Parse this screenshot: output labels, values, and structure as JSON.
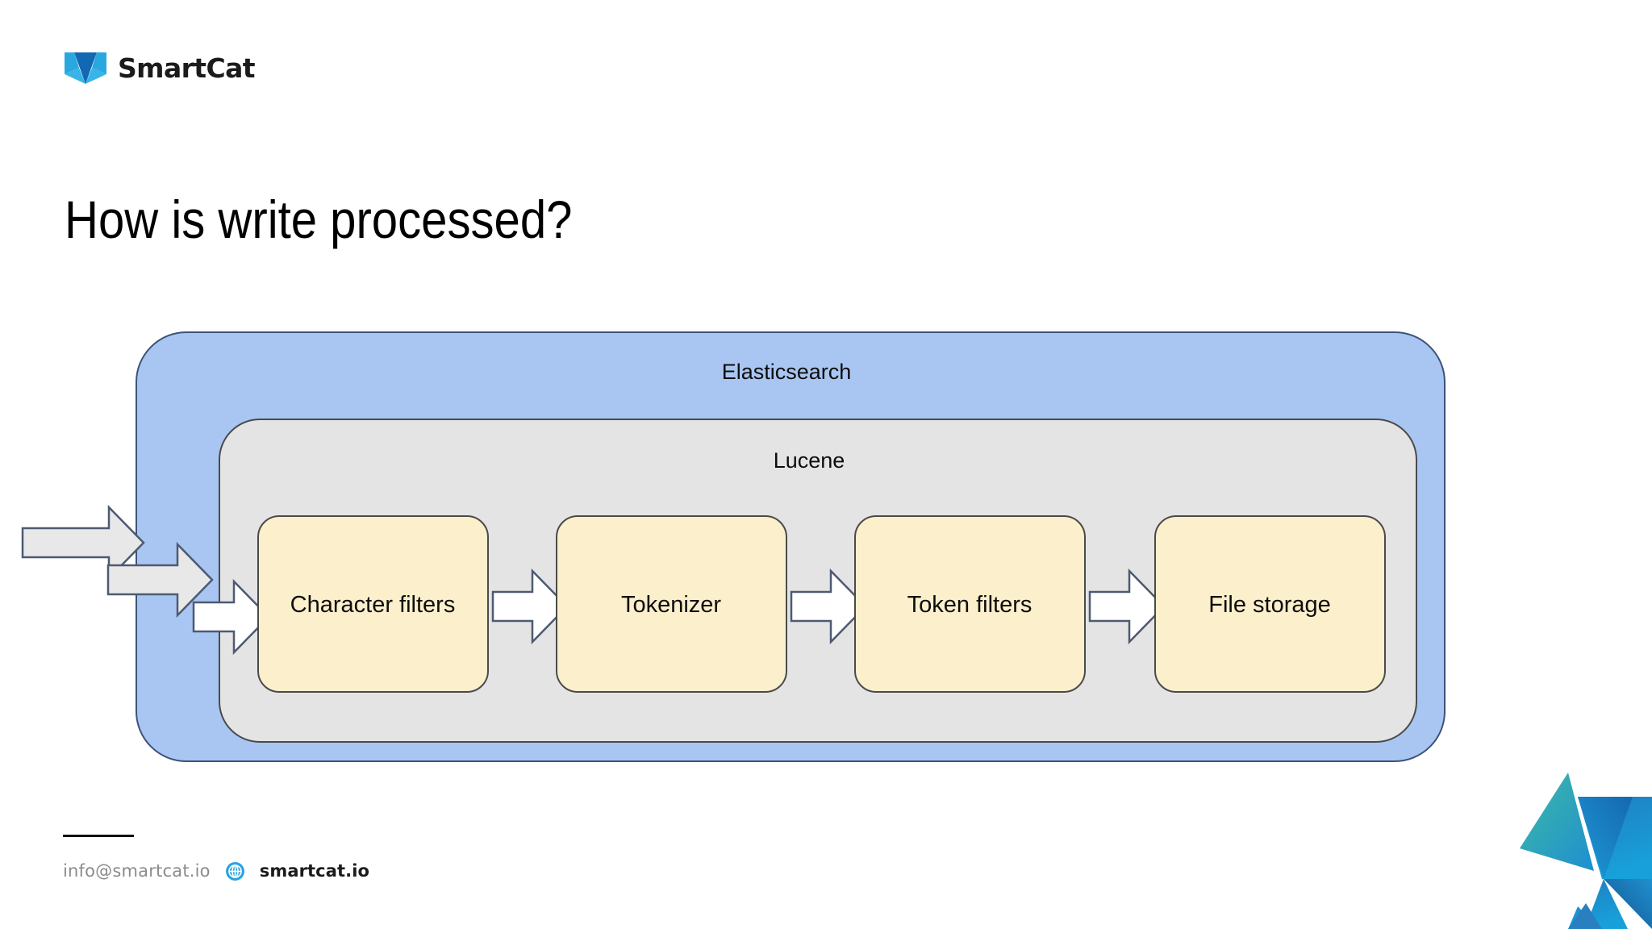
{
  "brand": {
    "logo_icon": "smartcat-cat-head-icon",
    "wordmark": "SmartCat",
    "logo_color_light": "#2aa9e0",
    "logo_color_dark": "#1268b3"
  },
  "slide": {
    "title": "How is write processed?"
  },
  "diagram": {
    "type": "pipeline-flow",
    "outer_container": {
      "label": "Elasticsearch",
      "fill": "#a9c6f2",
      "stroke": "#3c5378"
    },
    "inner_container": {
      "label": "Lucene",
      "fill": "#e4e4e4",
      "stroke": "#4a4a4a"
    },
    "stage_style": {
      "fill": "#fcefcb",
      "stroke": "#4a4a4a"
    },
    "stages": [
      {
        "label": "Character filters"
      },
      {
        "label": "Tokenizer"
      },
      {
        "label": "Token filters"
      },
      {
        "label": "File storage"
      }
    ],
    "entry_arrows": [
      {
        "name": "entry-arrow-outer",
        "fill": "#e8e8e8",
        "stroke": "#4d5a72"
      },
      {
        "name": "entry-arrow-middle",
        "fill": "#e8e8e8",
        "stroke": "#4d5a72"
      },
      {
        "name": "entry-arrow-inner",
        "fill": "#ffffff",
        "stroke": "#4d5a72"
      }
    ],
    "stage_arrows": [
      {
        "name": "arrow-character-filters-to-tokenizer",
        "fill": "#ffffff",
        "stroke": "#4d5a72"
      },
      {
        "name": "arrow-tokenizer-to-token-filters",
        "fill": "#ffffff",
        "stroke": "#4d5a72"
      },
      {
        "name": "arrow-token-filters-to-file-storage",
        "fill": "#ffffff",
        "stroke": "#4d5a72"
      }
    ]
  },
  "footer": {
    "email": "info@smartcat.io",
    "globe_icon": "globe-icon",
    "website": "smartcat.io",
    "globe_color": "#29a3e3"
  },
  "decoration": {
    "name": "corner-triangles-decoration",
    "colors": [
      "#3fb9a6",
      "#28a8df",
      "#1f86c9",
      "#1668b0",
      "#11538f"
    ]
  }
}
